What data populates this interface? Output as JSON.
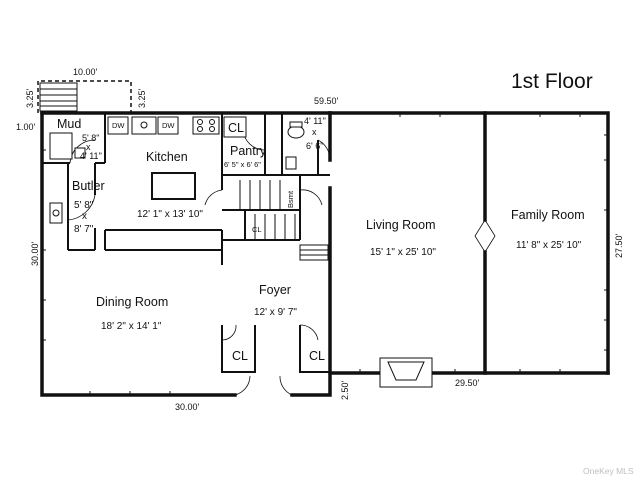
{
  "title": "1st Floor",
  "rooms": {
    "mud": "Mud",
    "mud_dims": [
      "5' 8\"",
      "x",
      "4' 11\""
    ],
    "kitchen": "Kitchen",
    "kitchen_dims": "12' 1\" x 13' 10\"",
    "pantry": "Pantry",
    "pantry_dims": "6' 5\" x 6' 6\"",
    "bath_dims": [
      "4' 11\"",
      "x",
      "6' 6\""
    ],
    "butler": "Butler",
    "butler_dims": [
      "5' 8\"",
      "x",
      "8' 7\""
    ],
    "bsmt": "Bsmt",
    "living": "Living Room",
    "living_dims": "15' 1\" x 25' 10\"",
    "family": "Family Room",
    "family_dims": "11' 8\" x 25' 10\"",
    "dining": "Dining Room",
    "dining_dims": "18' 2\" x 14' 1\"",
    "foyer": "Foyer",
    "foyer_dims": "12' x 9' 7\""
  },
  "closets": {
    "cl_kitchen": "CL",
    "cl_stair": "CL",
    "cl_foyer_left": "CL",
    "cl_foyer_right": "CL"
  },
  "appliances": {
    "dw_left": "DW",
    "dw_right": "DW"
  },
  "dimensions": {
    "deck_width": "10.00'",
    "deck_depth_left": "3.25'",
    "deck_depth_right": "3.25'",
    "top_right": "59.50'",
    "left_offset": "1.00'",
    "left_height": "30.00'",
    "right_height": "27.50'",
    "bottom_left": "30.00'",
    "bottom_right": "29.50'",
    "bottom_step": "2.50'"
  },
  "watermark": "OneKey MLS"
}
